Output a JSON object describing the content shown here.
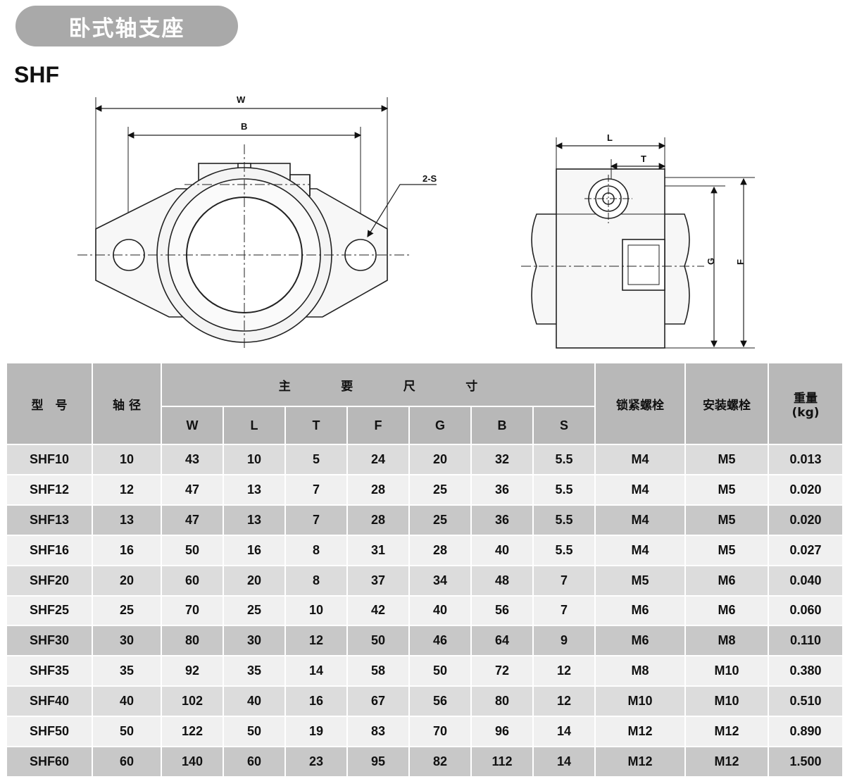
{
  "header": {
    "category": "卧式轴支座",
    "model": "SHF"
  },
  "drawing": {
    "front_labels": {
      "w": "W",
      "b": "B",
      "bolt": "2-S"
    },
    "side_labels": {
      "l": "L",
      "t": "T",
      "g": "G",
      "f": "F"
    }
  },
  "table": {
    "headers": {
      "model": "型　号",
      "shaft": "轴 径",
      "main_dims": [
        "主",
        "要",
        "尺",
        "寸"
      ],
      "lock_bolt": "锁紧螺栓",
      "mount_bolt": "安装螺栓",
      "weight_line1": "重量",
      "weight_line2": "(kg)",
      "dims": [
        "W",
        "L",
        "T",
        "F",
        "G",
        "B",
        "S"
      ]
    },
    "rows": [
      [
        "SHF10",
        "10",
        "43",
        "10",
        "5",
        "24",
        "20",
        "32",
        "5.5",
        "M4",
        "M5",
        "0.013"
      ],
      [
        "SHF12",
        "12",
        "47",
        "13",
        "7",
        "28",
        "25",
        "36",
        "5.5",
        "M4",
        "M5",
        "0.020"
      ],
      [
        "SHF13",
        "13",
        "47",
        "13",
        "7",
        "28",
        "25",
        "36",
        "5.5",
        "M4",
        "M5",
        "0.020"
      ],
      [
        "SHF16",
        "16",
        "50",
        "16",
        "8",
        "31",
        "28",
        "40",
        "5.5",
        "M4",
        "M5",
        "0.027"
      ],
      [
        "SHF20",
        "20",
        "60",
        "20",
        "8",
        "37",
        "34",
        "48",
        "7",
        "M5",
        "M6",
        "0.040"
      ],
      [
        "SHF25",
        "25",
        "70",
        "25",
        "10",
        "42",
        "40",
        "56",
        "7",
        "M6",
        "M6",
        "0.060"
      ],
      [
        "SHF30",
        "30",
        "80",
        "30",
        "12",
        "50",
        "46",
        "64",
        "9",
        "M6",
        "M8",
        "0.110"
      ],
      [
        "SHF35",
        "35",
        "92",
        "35",
        "14",
        "58",
        "50",
        "72",
        "12",
        "M8",
        "M10",
        "0.380"
      ],
      [
        "SHF40",
        "40",
        "102",
        "40",
        "16",
        "67",
        "56",
        "80",
        "12",
        "M10",
        "M10",
        "0.510"
      ],
      [
        "SHF50",
        "50",
        "122",
        "50",
        "19",
        "83",
        "70",
        "96",
        "14",
        "M12",
        "M12",
        "0.890"
      ],
      [
        "SHF60",
        "60",
        "140",
        "60",
        "23",
        "95",
        "82",
        "112",
        "14",
        "M12",
        "M12",
        "1.500"
      ]
    ]
  }
}
